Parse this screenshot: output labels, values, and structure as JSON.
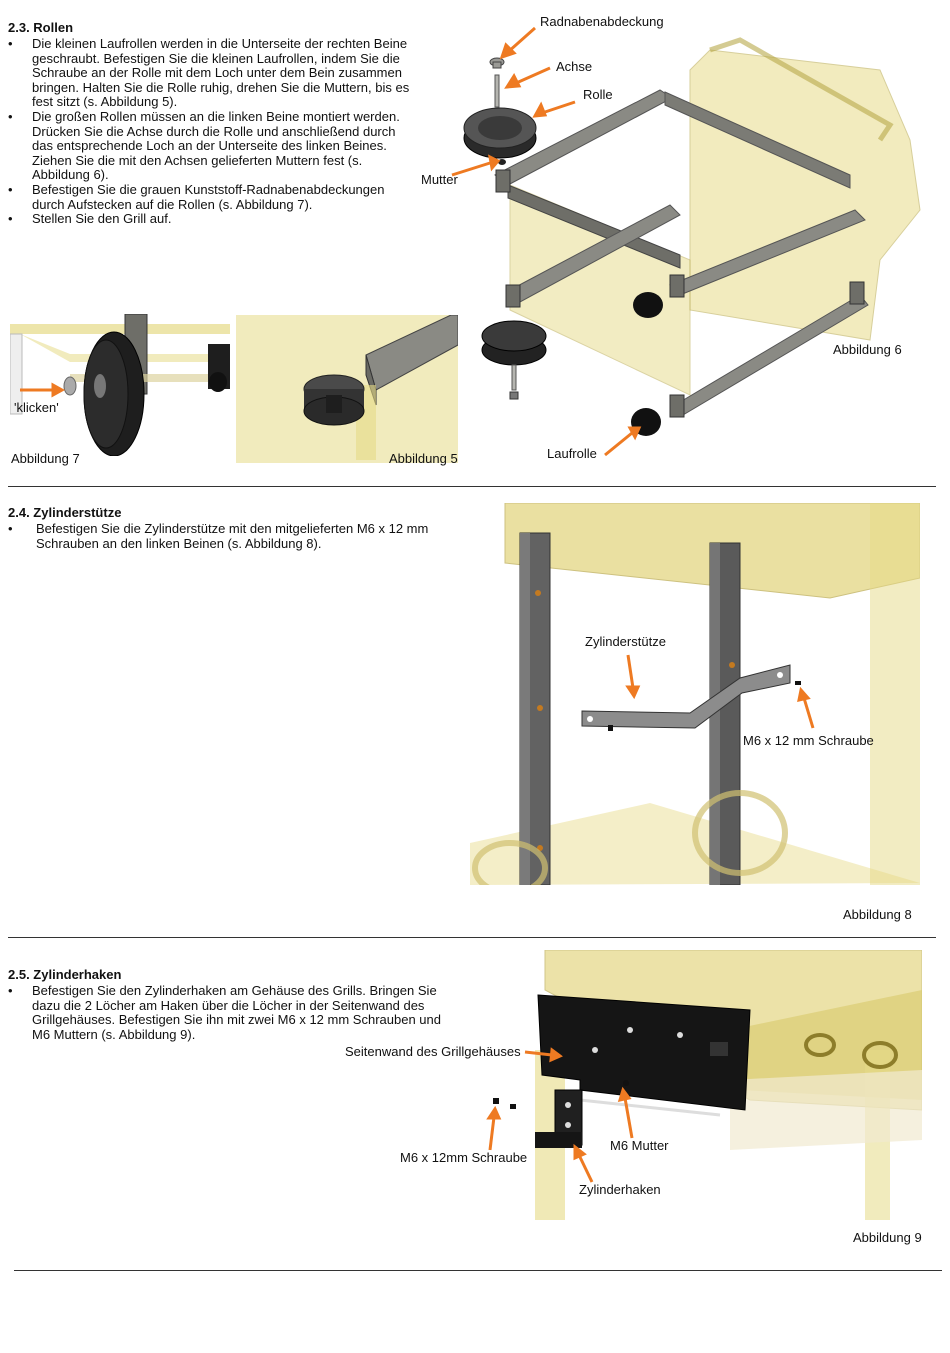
{
  "s23": {
    "heading": "2.3. Rollen",
    "bullets": [
      "Die kleinen Laufrollen werden in die Unterseite der rechten Beine geschraubt. Befestigen Sie die kleinen Laufrollen, indem Sie die Schraube an der Rolle mit dem Loch unter dem Bein zusammen bringen. Halten Sie die Rolle ruhig, drehen Sie die Muttern, bis es fest sitzt (s. Abbildung 5).",
      "Die großen Rollen müssen an die linken Beine montiert werden. Drücken Sie die Achse durch die Rolle und anschließend durch das entsprechende Loch an der Unterseite des linken Beines. Ziehen Sie die mit den Achsen gelieferten Muttern fest (s. Abbildung 6).",
      "Befestigen Sie die grauen Kunststoff-Radnabenabdeckungen durch Aufstecken auf die Rollen (s. Abbildung 7).",
      "Stellen Sie den Grill auf."
    ],
    "fig6": {
      "caption": "Abbildung 6",
      "labels": {
        "hubcap": "Radnabenabdeckung",
        "axle": "Achse",
        "wheel": "Rolle",
        "nut": "Mutter",
        "caster": "Laufrolle"
      }
    },
    "fig7": {
      "caption": "Abbildung 7",
      "click": "'klicken'"
    },
    "fig5": {
      "caption": "Abbildung 5"
    }
  },
  "s24": {
    "heading": "2.4.  Zylinderstütze",
    "bullets": [
      "Befestigen Sie die Zylinderstütze mit den mitgelieferten M6 x 12 mm Schrauben an den linken Beinen (s. Abbildung 8)."
    ],
    "fig8": {
      "caption": "Abbildung 8",
      "labels": {
        "support": "Zylinderstütze",
        "screw": "M6 x 12 mm Schraube"
      }
    }
  },
  "s25": {
    "heading": "2.5. Zylinderhaken",
    "bullets": [
      "Befestigen Sie den Zylinderhaken am Gehäuse des Grills. Bringen Sie dazu die 2 Löcher am Haken über die Löcher in der Seitenwand des Grillgehäuses. Befestigen Sie ihn mit zwei M6 x 12 mm Schrauben und M6 Muttern (s. Abbildung 9)."
    ],
    "fig9": {
      "caption": "Abbildung 9",
      "labels": {
        "sidewall": "Seitenwand des Grillgehäuses",
        "nut": "M6 Mutter",
        "screw": "M6 x 12mm Schraube",
        "hook": "Zylinderhaken"
      }
    }
  },
  "colors": {
    "arrow": "#ee7a22",
    "frame_yellow": "#d8cc6a",
    "steel": "#7d7d78",
    "dark": "#1e1e1e"
  }
}
